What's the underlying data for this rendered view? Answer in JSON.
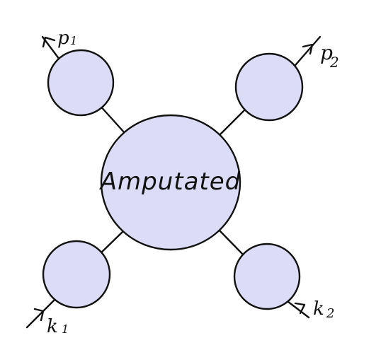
{
  "diagram": {
    "center_label": "Amputated",
    "momenta": {
      "p1": "p",
      "p1_sub": "1",
      "p2": "p",
      "p2_sub": "2",
      "k1": "k",
      "k1_sub": "1",
      "k2": "k",
      "k2_sub": "2"
    }
  },
  "colors": {
    "blob_fill": "#dcdcf7",
    "stroke": "#111111",
    "background": "#ffffff"
  }
}
